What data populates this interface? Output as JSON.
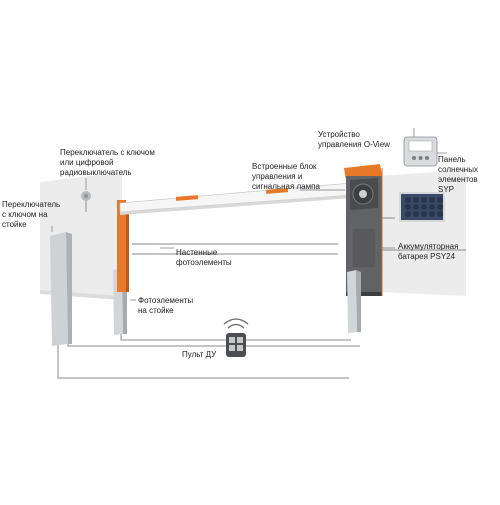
{
  "labels": {
    "key_switch_post": [
      "Переключатель",
      "с ключом на",
      "стойке"
    ],
    "key_or_radio_switch": [
      "Переключатель с ключом",
      "или цифровой",
      "радиовыключатель"
    ],
    "control_block_lamp": [
      "Встроенные блок",
      "управления и",
      "сигнальная лампа"
    ],
    "o_view": [
      "Устройство",
      "управления O-View"
    ],
    "solar_panel": [
      "Панель",
      "солнечных",
      "элементов",
      "SYP"
    ],
    "battery": [
      "Аккумуляторная",
      "батарея PSY24"
    ],
    "wall_photocells": [
      "Настенные",
      "фотоэлементы"
    ],
    "post_photocells": [
      "Фотоэлементы",
      "на стойке"
    ],
    "remote": [
      "Пульт ДУ"
    ]
  },
  "colors": {
    "accent_orange": "#e8792b",
    "cabinet_gray": "#5e5f62",
    "boom_white": "#f4f4f4",
    "wall_gray": "#e9e9e9",
    "post_gray": "#d5d7d9",
    "wire": "#888888",
    "solar_blue": "#3a4a66"
  }
}
